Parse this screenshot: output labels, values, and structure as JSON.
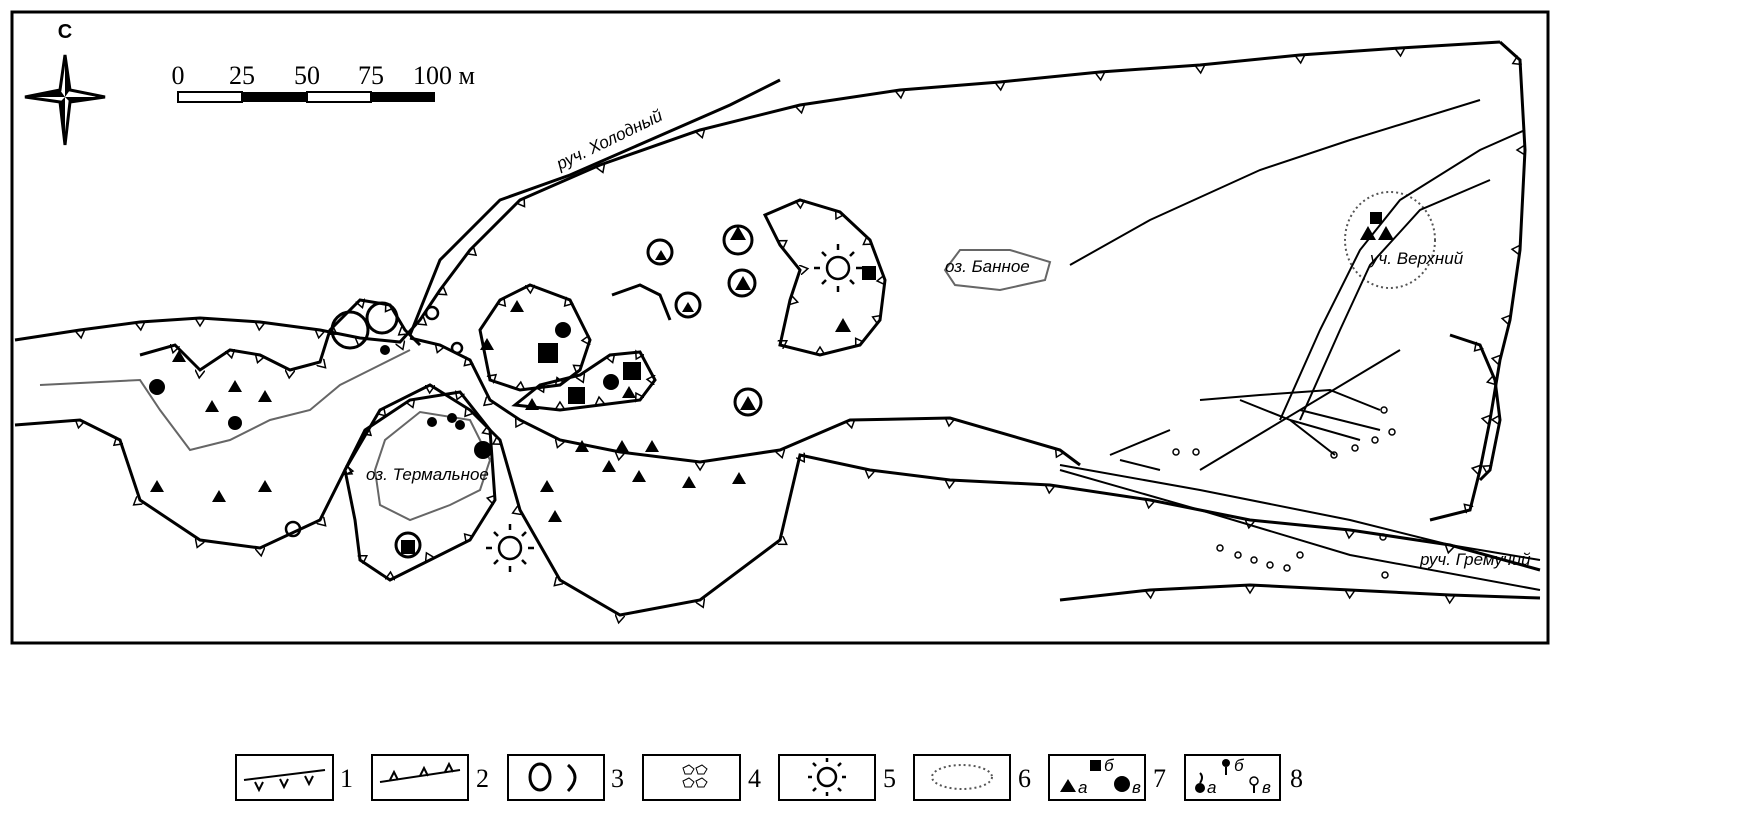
{
  "map": {
    "north_label": "С",
    "scale": {
      "ticks": [
        "0",
        "25",
        "50",
        "75",
        "100 м"
      ]
    },
    "labels": {
      "stream_cold": "руч. Холодный",
      "lake_thermal": "оз. Термальное",
      "lake_bath": "оз. Банное",
      "site_upper": "уч. Верхний",
      "stream_rumbling": "руч. Гремучий"
    }
  },
  "legend": [
    {
      "number": "1"
    },
    {
      "number": "2"
    },
    {
      "number": "3"
    },
    {
      "number": "4"
    },
    {
      "number": "5"
    },
    {
      "number": "6"
    },
    {
      "number": "7",
      "sub": [
        "а",
        "б",
        "в"
      ]
    },
    {
      "number": "8",
      "sub": [
        "а",
        "б",
        "в"
      ]
    }
  ]
}
